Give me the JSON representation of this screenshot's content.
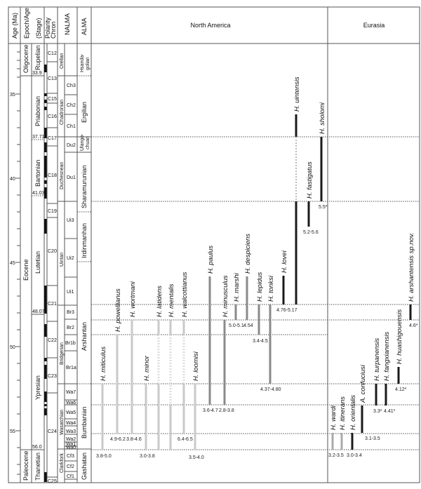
{
  "headers": {
    "age": "Age (Ma)",
    "epoch": "Epoch/Age",
    "stage": "(Stage)",
    "polarity": "Polarity",
    "chron": "Chron",
    "nalma": "NALMA",
    "alma": "ALMA",
    "north_america": "North America",
    "eurasia": "Eurasia"
  },
  "age_ticks": [
    "35",
    "40",
    "45",
    "50",
    "55"
  ],
  "epochs": [
    "Oligocene",
    "Eocene",
    "Paleocene"
  ],
  "stages": [
    "Rupelian",
    "Priabonian",
    "Bartonian",
    "Lutetian",
    "Ypresian",
    "Thanetian"
  ],
  "stage_boundaries": [
    "33.9",
    "37.71",
    "41.03",
    "48.07",
    "56.0"
  ],
  "chrons": [
    "C12",
    "C13",
    "C15",
    "C16",
    "C17",
    "C18",
    "C19",
    "C20",
    "C21",
    "C22",
    "C23",
    "C24",
    "C25"
  ],
  "nalma": [
    "Orellan",
    "Chadronian",
    "Duchesnean",
    "Uintan",
    "Bridgerian",
    "Wasatchian",
    "Clarkfork"
  ],
  "nalma_zones": [
    "Ch3",
    "Ch2",
    "Ch1",
    "Du2",
    "Du1",
    "Ui3",
    "Ui2",
    "Ui1",
    "Br3",
    "Br2",
    "Br1b",
    "Br1a",
    "Wa7",
    "Wa6",
    "Wa5",
    "Wa4",
    "Wa3",
    "Wa2",
    "Wa1",
    "Wa0",
    "Cf3",
    "Cf2",
    "Cf1"
  ],
  "alma": [
    "Hsanda-",
    "golian",
    "Ergilian",
    "Ulango-",
    "chuan",
    "Sharamurunian",
    "Irdinmanhan",
    "Arshantan",
    "Bumbanian",
    "Gashatan"
  ],
  "species": [
    {
      "name": "H. miticulus",
      "range": "3.8-5.0"
    },
    {
      "name": "H. powellianus",
      "range": "4.9-6.2"
    },
    {
      "name": "H. wortmani",
      "range": "3.8-4.6"
    },
    {
      "name": "H. minor",
      "range": "3.0-3.8"
    },
    {
      "name": "H. latidens",
      "range": ""
    },
    {
      "name": "H. mentalis",
      "range": ""
    },
    {
      "name": "H. walcottianus",
      "range": "6.4-6.5"
    },
    {
      "name": "H. loomisi",
      "range": "3.5-4.0"
    },
    {
      "name": "H. paulus",
      "range": "3.6-4.7"
    },
    {
      "name": "H. minusculus",
      "range": "2.8-3.8"
    },
    {
      "name": "H. marshi",
      "range": "5.0-5.1"
    },
    {
      "name": "H. despiciens",
      "range": "4.54"
    },
    {
      "name": "H. lepidus",
      "range": "3.4-4.5"
    },
    {
      "name": "H. tonksi",
      "range": "4.37-4.80"
    },
    {
      "name": "H. lovei",
      "range": "4.76-5.17"
    },
    {
      "name": "H. uintensis",
      "range": ""
    },
    {
      "name": "H. fastigatus",
      "range": "5.2-5.6"
    },
    {
      "name": "H. sholomi",
      "range": "5.5*"
    },
    {
      "name": "H. arshantensis sp.nov.",
      "range": "4.6*"
    },
    {
      "name": "H. huashigouensis",
      "range": "4.12*"
    },
    {
      "name": "H. fangxianensis",
      "range": "4.41*"
    },
    {
      "name": "H. turpanensis",
      "range": "3.3*"
    },
    {
      "name": "A. confuciusi",
      "range": "3.1-3.5"
    },
    {
      "name": "H. orientalis",
      "range": "3.0-3.4"
    },
    {
      "name": "H. itinerans",
      "range": ""
    },
    {
      "name": "H. wardi",
      "range": "3.2-3.5"
    }
  ]
}
